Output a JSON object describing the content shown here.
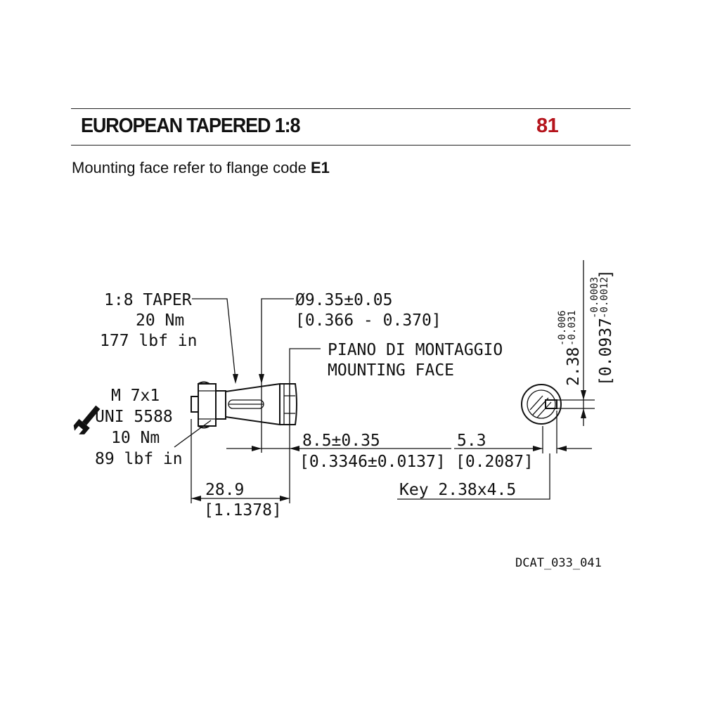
{
  "header": {
    "title": "EUROPEAN TAPERED 1:8",
    "code": "81",
    "subtitle_prefix": "Mounting face refer to flange code ",
    "subtitle_code": "E1"
  },
  "labels": {
    "taper": "1:8 TAPER",
    "taper_torque_nm": "20 Nm",
    "taper_torque_lbf": "177 lbf in",
    "nut_thread": "M 7x1",
    "nut_standard": "UNI 5588",
    "nut_torque_nm": "10 Nm",
    "nut_torque_lbf": "89 lbf in",
    "diameter": "Ø9.35±0.05",
    "diameter_in": "[0.366 - 0.370]",
    "mounting_face_it": "PIANO DI MONTAGGIO",
    "mounting_face_en": "MOUNTING FACE",
    "dim_taper_len": "8.5±0.35",
    "dim_taper_len_in": "[0.3346±0.0137]",
    "dim_key_pos": "5.3",
    "dim_key_pos_in": "[0.2087]",
    "dim_total": "28.9",
    "dim_total_in": "[1.1378]",
    "key": "Key 2.38x4.5",
    "key_width": "2.38",
    "key_width_tol_upper": "-0.006",
    "key_width_tol_lower": "-0.031",
    "key_width_in": "[0.0937",
    "key_width_in_tol_upper": "-0.0003",
    "key_width_in_tol_lower": "-0.0012",
    "key_width_in_close": "]",
    "drawing_ref": "DCAT_033_041"
  },
  "icons": {
    "wrench": "wrench-icon"
  }
}
